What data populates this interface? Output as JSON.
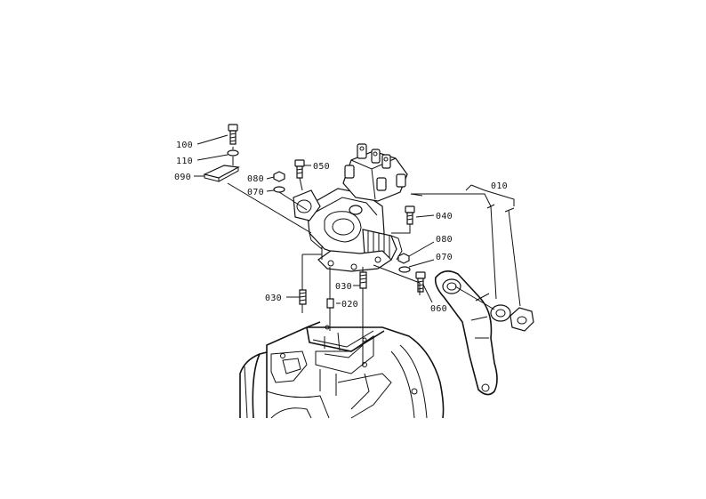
{
  "labels": {
    "p010": "010",
    "p020": "020",
    "p030a": "030",
    "p030b": "030",
    "p040": "040",
    "p050": "050",
    "p060": "060",
    "p070a": "070",
    "p070b": "070",
    "p080a": "080",
    "p080b": "080",
    "p090": "090",
    "p100": "100",
    "p110": "110"
  }
}
